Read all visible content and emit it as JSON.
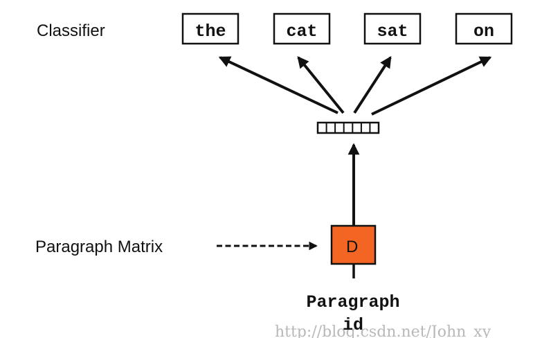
{
  "classifier_label": "Classifier",
  "output_words": [
    "the",
    "cat",
    "sat",
    "on"
  ],
  "paragraph_matrix_label": "Paragraph Matrix",
  "matrix_symbol": "D",
  "paragraph_id_label_line1": "Paragraph",
  "paragraph_id_label_line2": "id",
  "watermark": "http://blog.csdn.net/John_xy",
  "colors": {
    "matrix_fill": "#f26522",
    "stroke": "#111111"
  }
}
